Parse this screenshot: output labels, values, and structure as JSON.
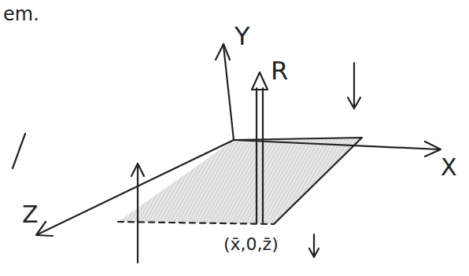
{
  "diagram": {
    "labels": [
      "em.",
      "Y",
      "R",
      "X",
      "Z",
      "(x̄,0,z̄)"
    ]
  }
}
